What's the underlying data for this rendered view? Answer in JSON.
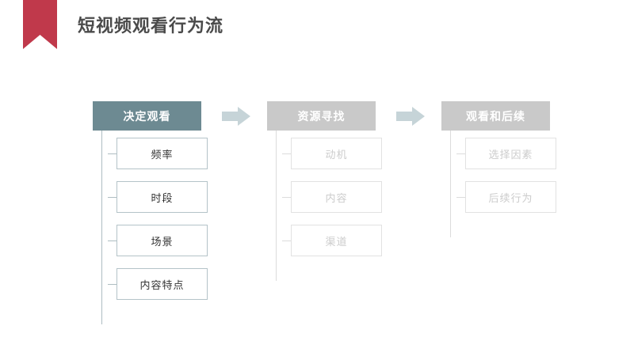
{
  "header": {
    "title": "短视频观看行为流",
    "ribbon_icon": "ribbon-banner-icon",
    "ribbon_color": "#c0394b",
    "title_color": "#4a4a4a"
  },
  "colors": {
    "accent_slate": "#6d8a92",
    "muted_gray": "#c9c9c9",
    "arrow_fill": "#c6d4d8",
    "active_border": "#b4c3c8",
    "muted_border": "#e2e2e2",
    "muted_text": "#cccccc"
  },
  "arrows": [
    {
      "name": "arrow-step-1-to-2",
      "icon": "arrow-right-icon"
    },
    {
      "name": "arrow-step-2-to-3",
      "icon": "arrow-right-icon"
    }
  ],
  "flow": {
    "columns": [
      {
        "id": "decide-watch",
        "label": "决定观看",
        "state": "active",
        "items": [
          {
            "label": "频率"
          },
          {
            "label": "时段"
          },
          {
            "label": "场景"
          },
          {
            "label": "内容特点"
          }
        ]
      },
      {
        "id": "resource-seeking",
        "label": "资源寻找",
        "state": "muted",
        "items": [
          {
            "label": "动机"
          },
          {
            "label": "内容"
          },
          {
            "label": "渠道"
          }
        ]
      },
      {
        "id": "watch-and-after",
        "label": "观看和后续",
        "state": "muted",
        "items": [
          {
            "label": "选择因素"
          },
          {
            "label": "后续行为"
          }
        ]
      }
    ]
  }
}
